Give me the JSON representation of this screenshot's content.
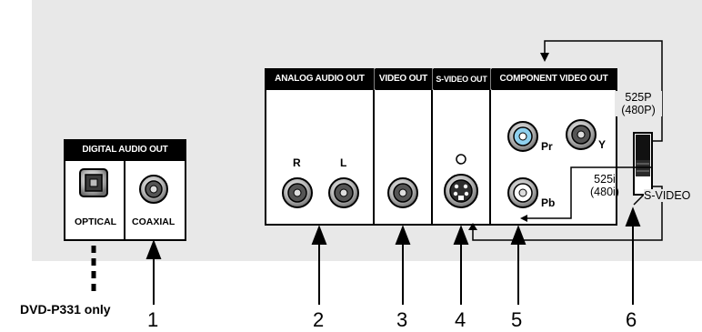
{
  "groups": {
    "digital_audio_out": "DIGITAL AUDIO OUT",
    "analog_audio_out": "ANALOG AUDIO OUT",
    "video_out": "VIDEO OUT",
    "s_video_out": "S-VIDEO OUT",
    "component_video_out": "COMPONENT VIDEO OUT"
  },
  "jacks": {
    "optical": "OPTICAL",
    "coaxial": "COAXIAL",
    "right": "R",
    "left": "L",
    "pr": "Pr",
    "y": "Y",
    "pb": "Pb"
  },
  "switch": {
    "progressive": "525P",
    "progressive_alt": "(480P)",
    "interlaced": "525i",
    "interlaced_alt": "(480i)",
    "svideo": "S-VIDEO"
  },
  "callouts": [
    "1",
    "2",
    "3",
    "4",
    "5",
    "6"
  ],
  "note": "DVD-P331 only",
  "colors": {
    "panel": "#e8e8e8",
    "pr_ring": "#8fd0ee",
    "header": "#000000"
  }
}
